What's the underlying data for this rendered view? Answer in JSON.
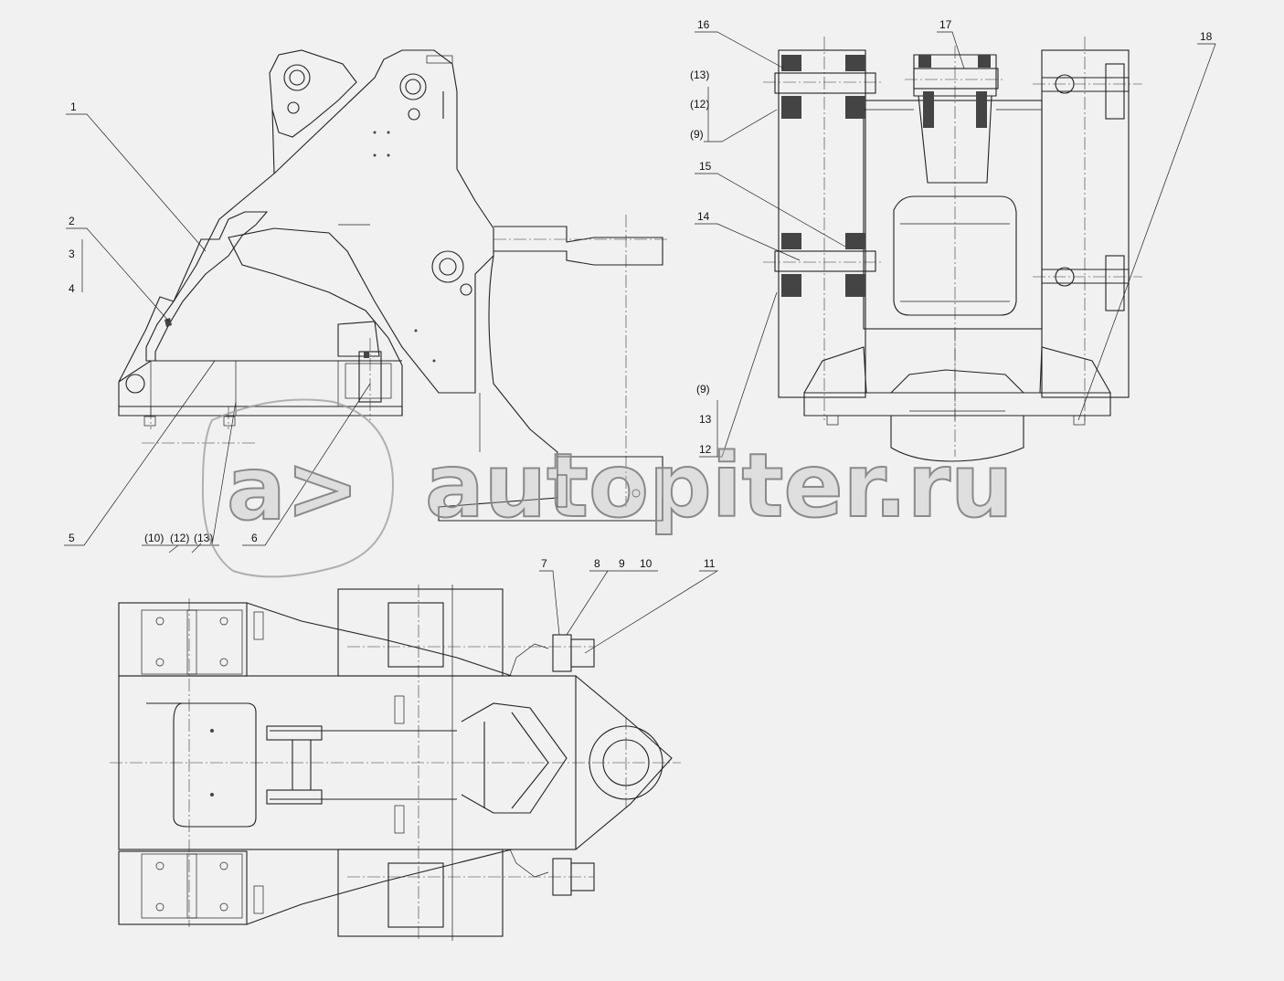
{
  "drawing": {
    "callouts_side_view": [
      "1",
      "2",
      "3",
      "4",
      "5",
      "6"
    ],
    "callouts_side_group": [
      "(10)",
      "(12)",
      "(13)"
    ],
    "callouts_front_view": [
      "16",
      "17",
      "18",
      "15",
      "14"
    ],
    "callouts_front_left_top": [
      "(13)",
      "(12)",
      "(9)"
    ],
    "callouts_front_left_bottom": [
      "(9)",
      "13",
      "12"
    ],
    "callouts_top_view": [
      "7",
      "8",
      "9",
      "10",
      "11"
    ]
  },
  "watermark": {
    "logo_text": "a>",
    "site_text": "autopiter.ru"
  }
}
